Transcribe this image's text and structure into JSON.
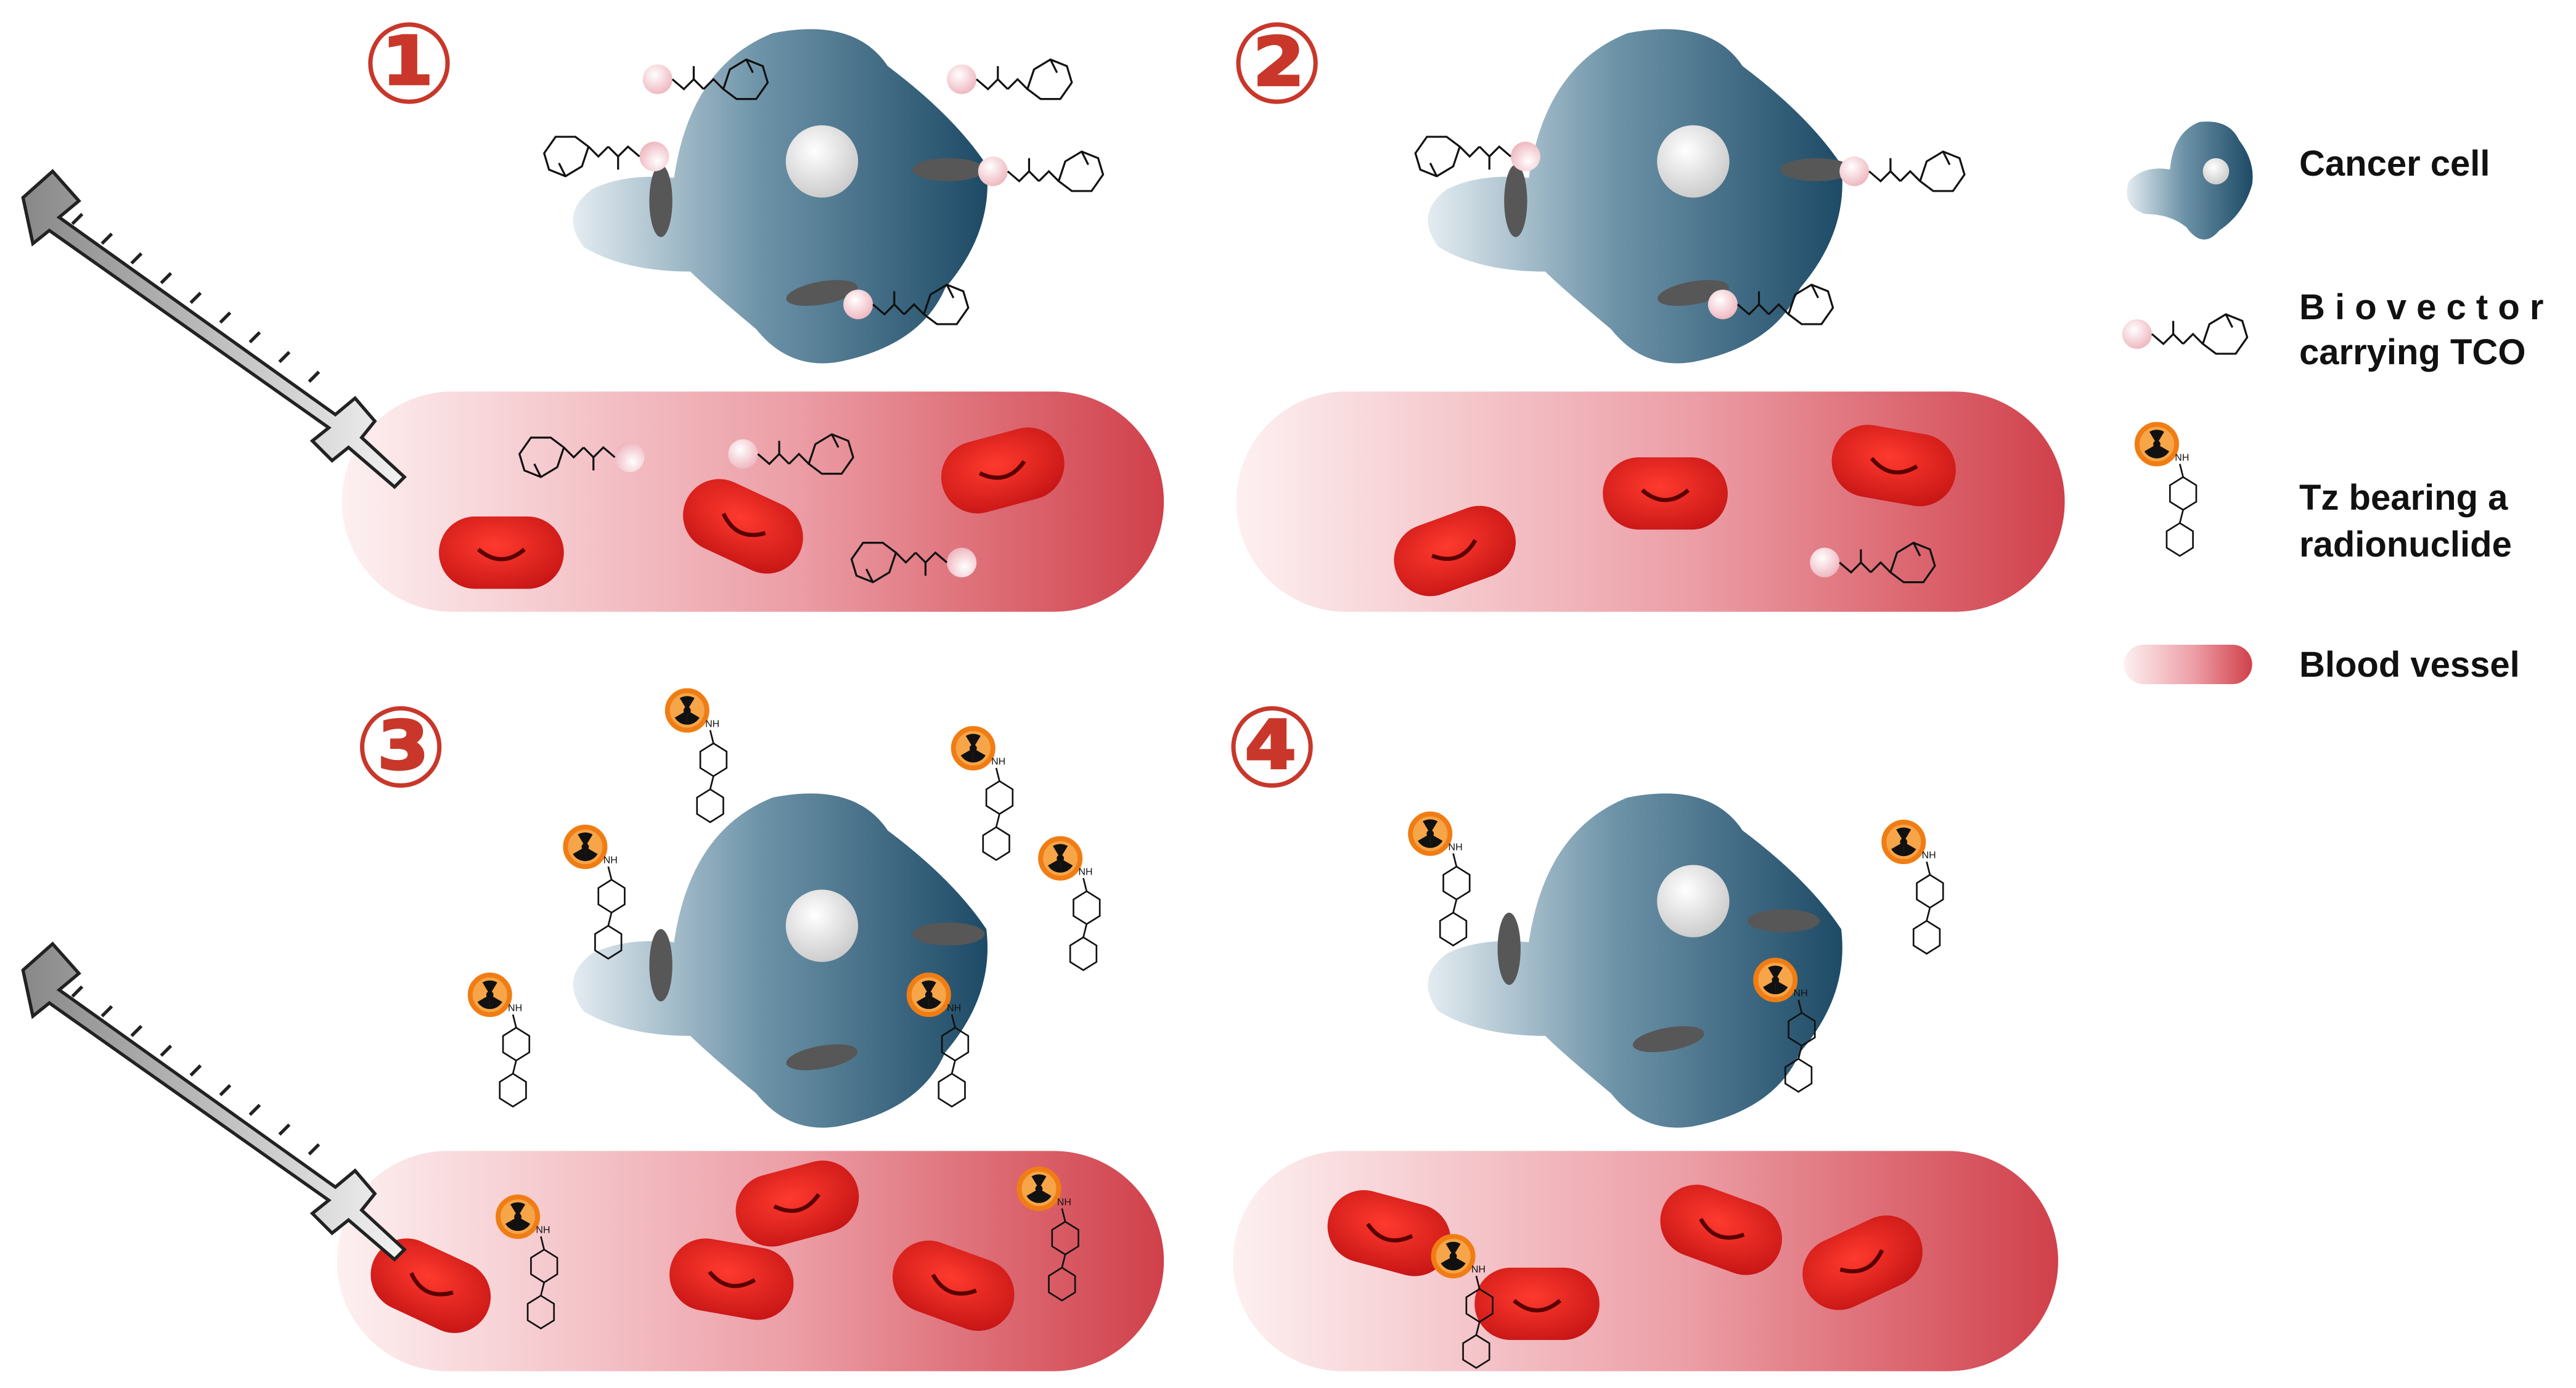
{
  "steps": [
    {
      "label": "①"
    },
    {
      "label": "②"
    },
    {
      "label": "③"
    },
    {
      "label": "④"
    }
  ],
  "legend": {
    "cancer_cell": "Cancer cell",
    "biovector_line1": "B i o v e c t o r",
    "biovector_line2": "carrying TCO",
    "tz_line1": "Tz bearing a",
    "tz_line2": "radionuclide",
    "tz_nh": "NH",
    "blood_vessel": "Blood vessel"
  },
  "colors": {
    "cell_dark": "#1f4f6b",
    "cell_light": "#dce6ec",
    "nucleus": "#d9d9d9",
    "receptor": "#555555",
    "biovector": "#f2c6cc",
    "rbc": "#d81e1e",
    "vessel_dark": "#cf3b45",
    "vessel_light": "#fbe7e9",
    "radio": "#f28c1e",
    "step_number": "#c8372a"
  }
}
